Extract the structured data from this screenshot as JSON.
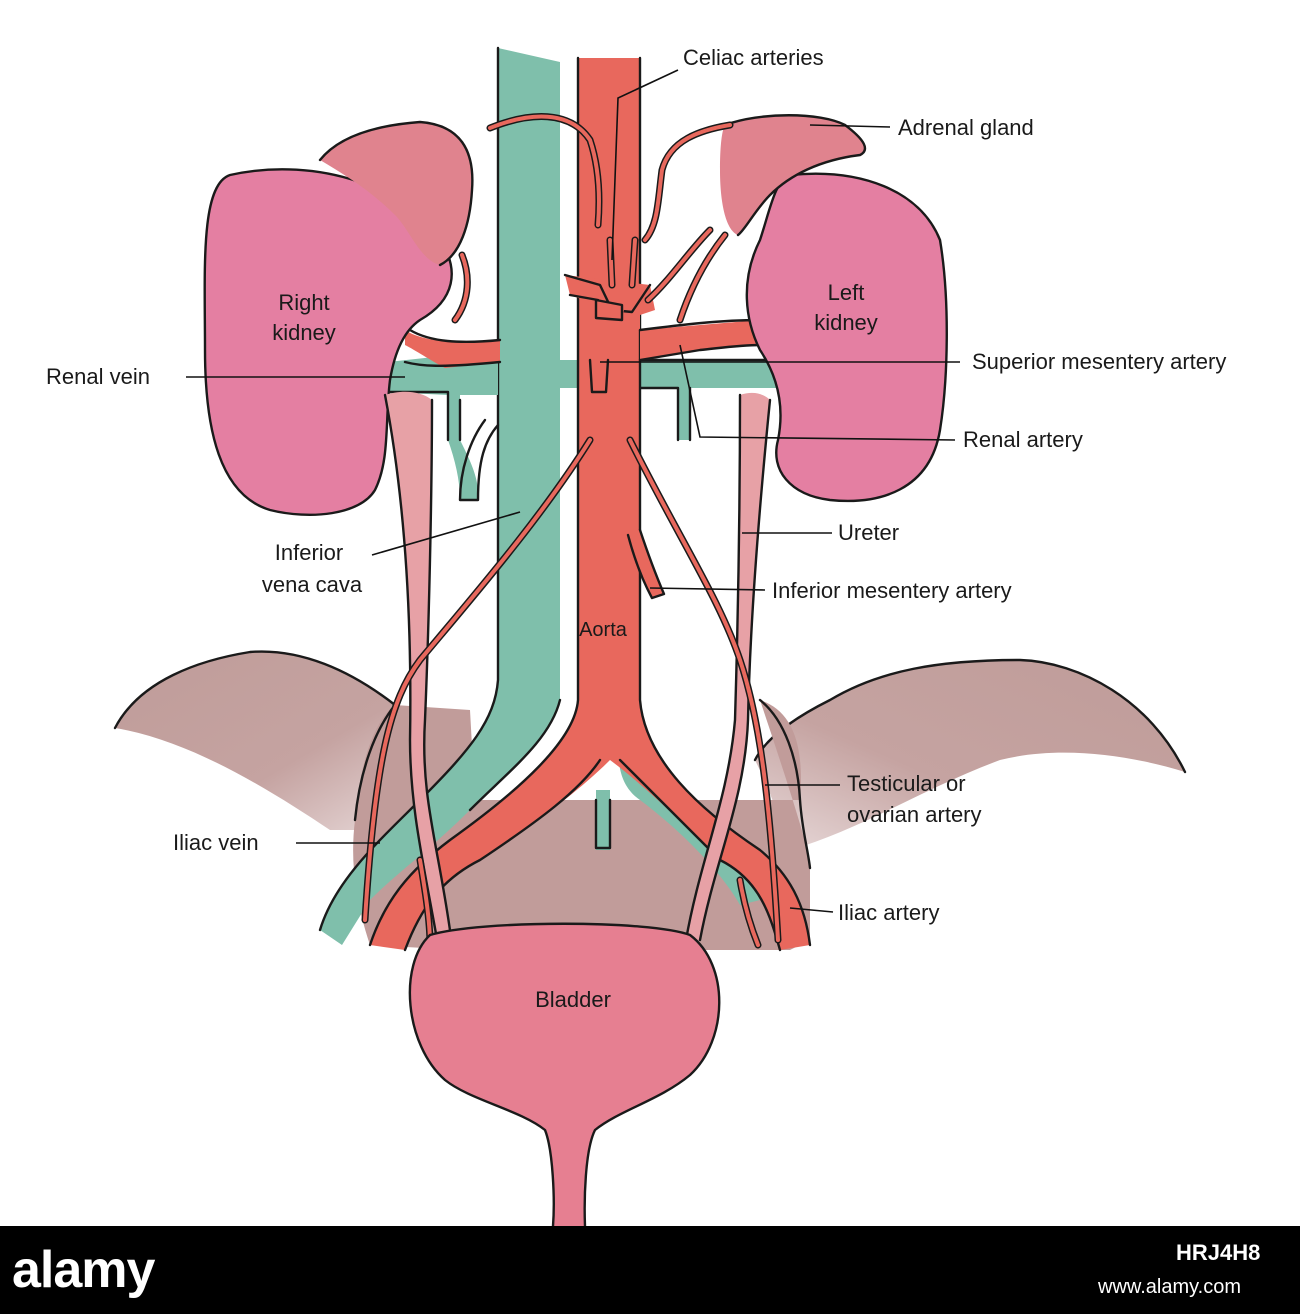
{
  "labels": {
    "celiac_arteries": "Celiac arteries",
    "adrenal_gland": "Adrenal gland",
    "right_kidney_1": "Right",
    "right_kidney_2": "kidney",
    "left_kidney_1": "Left",
    "left_kidney_2": "kidney",
    "renal_vein": "Renal vein",
    "superior_mesentery_artery": "Superior mesentery artery",
    "renal_artery": "Renal artery",
    "ureter": "Ureter",
    "inferior_vena_cava_1": "Inferior",
    "inferior_vena_cava_2": "vena cava",
    "inferior_mesentery_artery": "Inferior mesentery artery",
    "aorta": "Aorta",
    "testicular_1": "Testicular or",
    "testicular_2": "ovarian artery",
    "iliac_vein": "Iliac vein",
    "iliac_artery": "Iliac artery",
    "bladder": "Bladder"
  },
  "watermark": {
    "logo": "alamy",
    "image_id": "HRJ4H8",
    "url": "www.alamy.com"
  },
  "colors": {
    "kidney": "#e47fa2",
    "adrenal": "#e0838e",
    "vein": "#7fbfab",
    "artery": "#e8685d",
    "pelvis": "#c19c9a",
    "bladder": "#e67f91",
    "ureter": "#e7a1a6"
  }
}
